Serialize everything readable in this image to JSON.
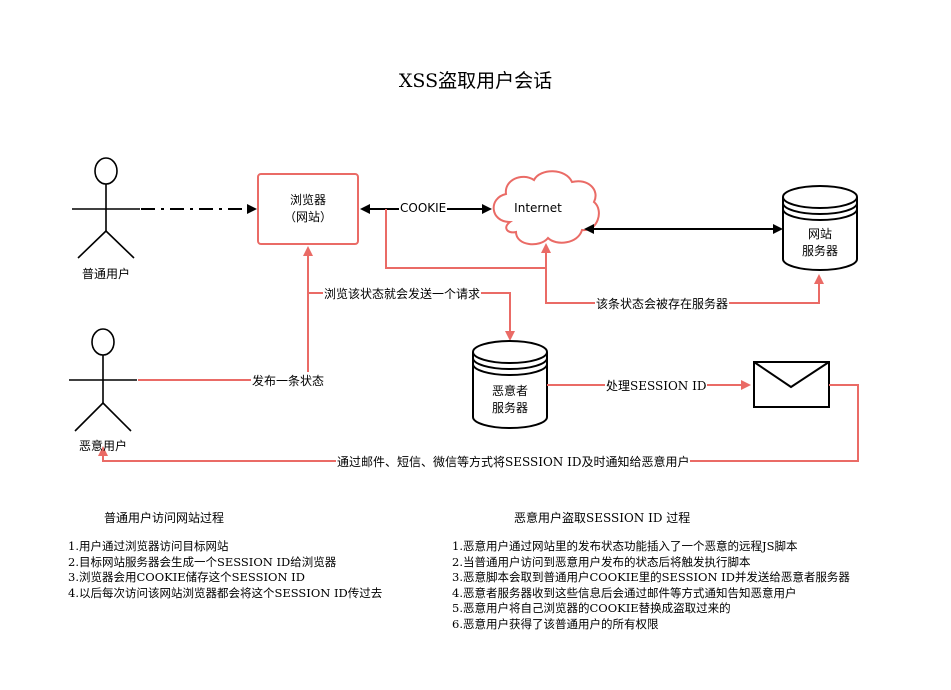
{
  "title": "XSS盗取用户会话",
  "actors": {
    "normal_user": "普通用户",
    "malicious_user": "恶意用户"
  },
  "nodes": {
    "browser_line1": "浏览器",
    "browser_line2": "（网站）",
    "internet": "Internet",
    "web_server_line1": "网站",
    "web_server_line2": "服务器",
    "attacker_server_line1": "恶意者",
    "attacker_server_line2": "服务器"
  },
  "edges": {
    "cookie": "COOKIE",
    "state_stored": "该条状态会被存在服务器",
    "browse_state_request": "浏览该状态就会发送一个请求",
    "post_state": "发布一条状态",
    "process_session": "处理SESSION ID",
    "notify": "通过邮件、短信、微信等方式将SESSION ID及时通知给恶意用户"
  },
  "sections": {
    "normal": {
      "title": "普通用户访问网站过程",
      "steps": [
        "1.用户通过浏览器访问目标网站",
        "2.目标网站服务器会生成一个SESSION ID给浏览器",
        "3.浏览器会用COOKIE储存这个SESSION ID",
        "4.以后每次访问该网站浏览器都会将这个SESSION ID传过去"
      ]
    },
    "malicious": {
      "title": "恶意用户盗取SESSION ID 过程",
      "steps": [
        "1.恶意用户通过网站里的发布状态功能插入了一个恶意的远程JS脚本",
        "2.当普通用户访问到恶意用户发布的状态后将触发执行脚本",
        "3.恶意脚本会取到普通用户COOKIE里的SESSION ID并发送给恶意者服务器",
        "4.恶意者服务器收到这些信息后会通过邮件等方式通知告知恶意用户",
        "5.恶意用户将自己浏览器的COOKIE替换成盗取过来的",
        "6.恶意用户获得了该普通用户的所有权限"
      ]
    }
  },
  "colors": {
    "accent": "#ea6b66",
    "stroke": "#000000"
  }
}
